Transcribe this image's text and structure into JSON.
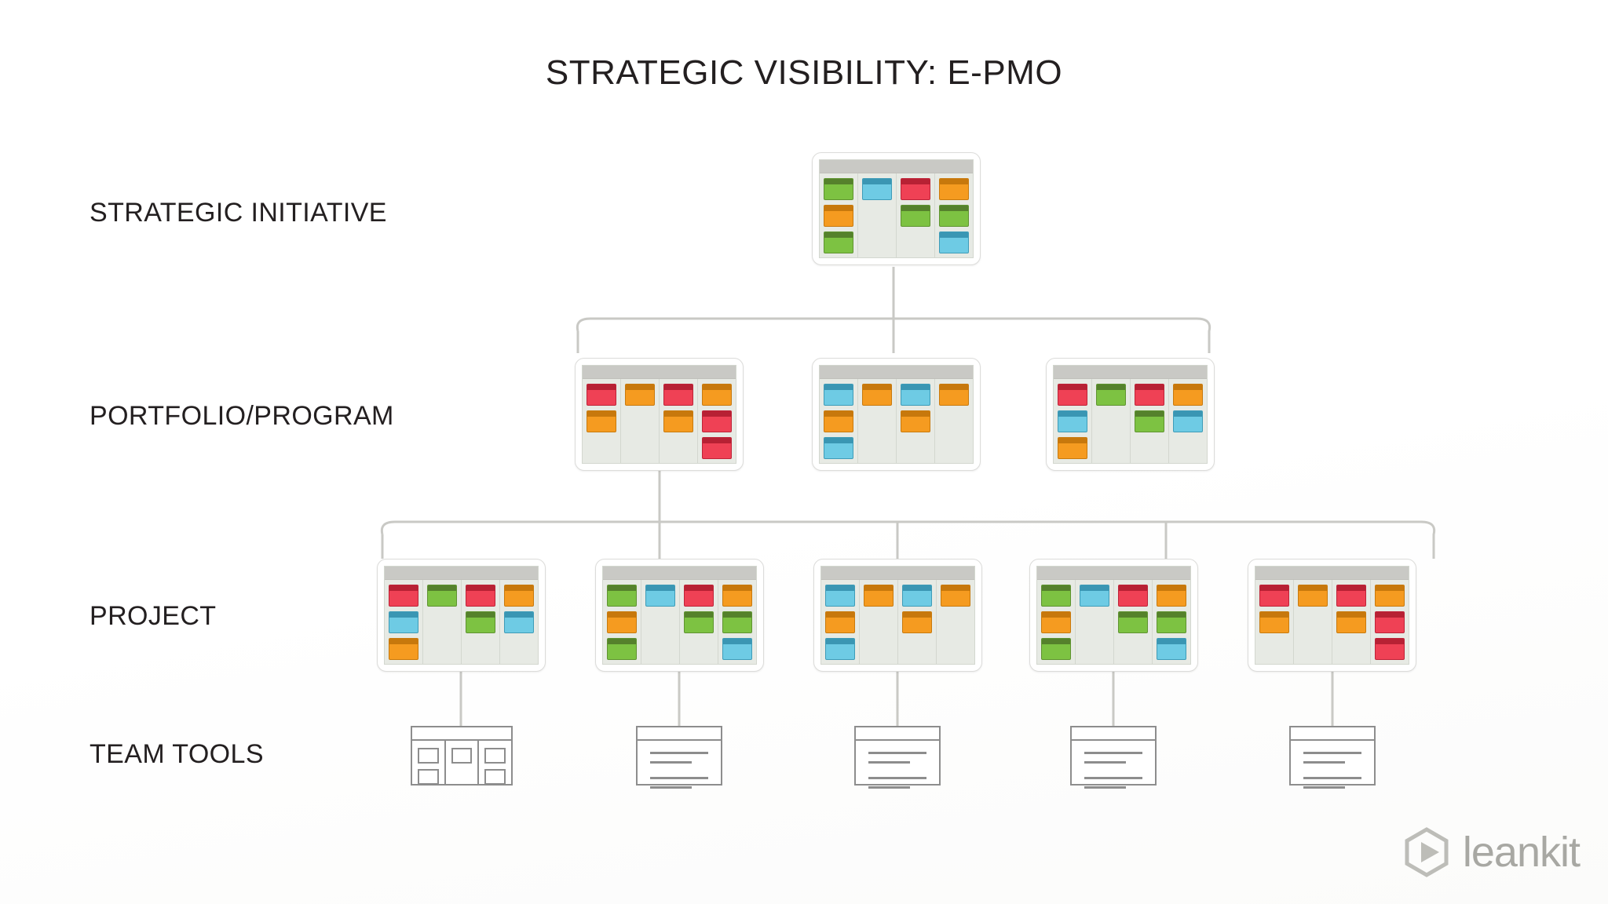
{
  "title": "STRATEGIC VISIBILITY: E-PMO",
  "colors": {
    "green": "#7dc242",
    "blue": "#6ecbe4",
    "red": "#ef4155",
    "orange": "#f59b20",
    "board_bg": "#e7eae4",
    "board_header": "#c9c9c5",
    "connector": "#c9c9c5",
    "text": "#231f20",
    "logo": "#a8a8a3"
  },
  "rows": [
    {
      "label": "STRATEGIC INITIATIVE"
    },
    {
      "label": "PORTFOLIO/PROGRAM"
    },
    {
      "label": "PROJECT"
    },
    {
      "label": "TEAM TOOLS"
    }
  ],
  "boards": {
    "strategic_initiative": [
      {
        "name": "strategic-initiative-board",
        "columns": [
          [
            "green",
            "orange",
            "green"
          ],
          [
            "blue"
          ],
          [
            "red",
            "green"
          ],
          [
            "orange",
            "green",
            "blue"
          ]
        ]
      }
    ],
    "portfolio_program": [
      {
        "name": "portfolio-board-1",
        "columns": [
          [
            "red",
            "orange"
          ],
          [
            "orange"
          ],
          [
            "red",
            "orange"
          ],
          [
            "orange",
            "red",
            "red"
          ]
        ]
      },
      {
        "name": "portfolio-board-2",
        "columns": [
          [
            "blue",
            "orange",
            "blue"
          ],
          [
            "orange"
          ],
          [
            "blue",
            "orange"
          ],
          [
            "orange"
          ]
        ]
      },
      {
        "name": "portfolio-board-3",
        "columns": [
          [
            "red",
            "blue",
            "orange"
          ],
          [
            "green"
          ],
          [
            "red",
            "green"
          ],
          [
            "orange",
            "blue"
          ]
        ]
      }
    ],
    "project": [
      {
        "name": "project-board-1",
        "columns": [
          [
            "red",
            "blue",
            "orange"
          ],
          [
            "green"
          ],
          [
            "red",
            "green"
          ],
          [
            "orange",
            "blue"
          ]
        ]
      },
      {
        "name": "project-board-2",
        "columns": [
          [
            "green",
            "orange",
            "green"
          ],
          [
            "blue"
          ],
          [
            "red",
            "green"
          ],
          [
            "orange",
            "green",
            "blue"
          ]
        ]
      },
      {
        "name": "project-board-3",
        "columns": [
          [
            "blue",
            "orange",
            "blue"
          ],
          [
            "orange"
          ],
          [
            "blue",
            "orange"
          ],
          [
            "orange"
          ]
        ]
      },
      {
        "name": "project-board-4",
        "columns": [
          [
            "green",
            "orange",
            "green"
          ],
          [
            "blue"
          ],
          [
            "red",
            "green"
          ],
          [
            "orange",
            "green",
            "blue"
          ]
        ]
      },
      {
        "name": "project-board-5",
        "columns": [
          [
            "red",
            "orange"
          ],
          [
            "orange"
          ],
          [
            "red",
            "orange"
          ],
          [
            "orange",
            "red",
            "red"
          ]
        ]
      }
    ]
  },
  "team_tools": [
    {
      "name": "team-tool-kanban",
      "type": "kanban"
    },
    {
      "name": "team-tool-document-1",
      "type": "document"
    },
    {
      "name": "team-tool-document-2",
      "type": "document"
    },
    {
      "name": "team-tool-document-3",
      "type": "document"
    },
    {
      "name": "team-tool-document-4",
      "type": "document"
    }
  ],
  "logo": {
    "wordmark": "leankit",
    "icon": "leankit-hexagon-play-icon"
  }
}
